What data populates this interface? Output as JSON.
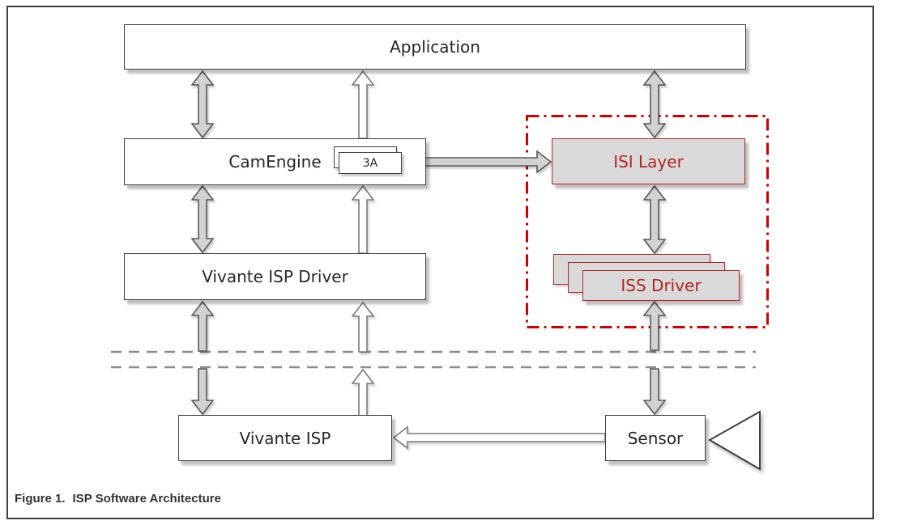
{
  "figure": {
    "caption_label": "Figure 1.",
    "caption_title": "ISP Software Architecture"
  },
  "nodes": {
    "application": "Application",
    "cam_engine": "CamEngine",
    "three_a": "3A",
    "vivante_isp_driver": "Vivante ISP Driver",
    "isi_layer": "ISI Layer",
    "iss_driver": "ISS Driver",
    "vivante_isp": "Vivante ISP",
    "sensor": "Sensor"
  },
  "colors": {
    "accent_red": "#cc0000",
    "red_box_border": "#b42520",
    "gray_fill": "#d9d9d9",
    "arrow_gray": "#d2d2d2",
    "arrow_stroke": "#595959",
    "dashed_line": "#8c8c8c"
  }
}
